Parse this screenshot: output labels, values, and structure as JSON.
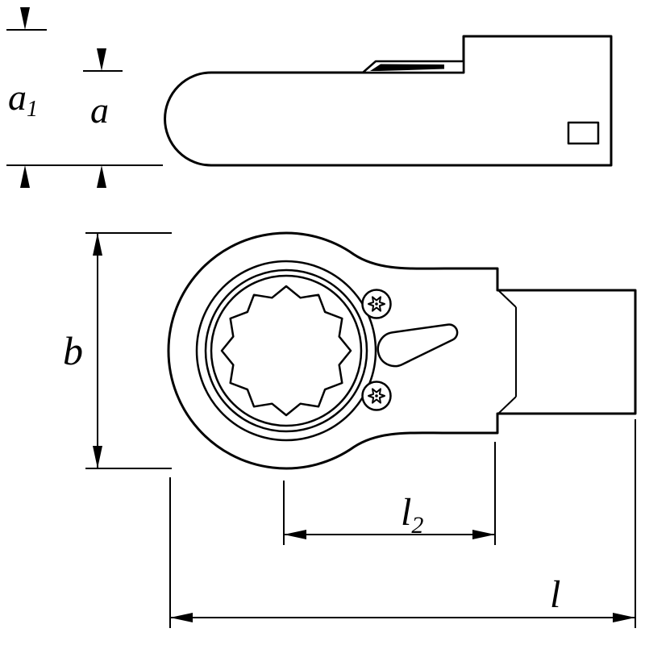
{
  "labels": {
    "a1": {
      "base": "a",
      "sub": "1"
    },
    "a": {
      "base": "a"
    },
    "b": {
      "base": "b"
    },
    "l2": {
      "base": "l",
      "sub": "2"
    },
    "l": {
      "base": "l"
    }
  },
  "colors": {
    "line": "#000000",
    "background": "#ffffff"
  }
}
